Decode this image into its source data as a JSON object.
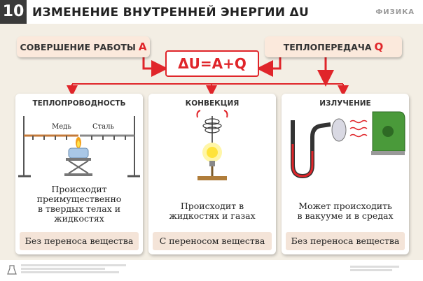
{
  "header": {
    "number": "10",
    "title": "ИЗМЕНЕНИЕ ВНУТРЕННЕЙ ЭНЕРГИИ ΔU",
    "subject": "ФИЗИКА"
  },
  "top": {
    "work_label": "СОВЕРШЕНИЕ РАБОТЫ",
    "work_letter": "A",
    "heat_label": "ТЕПЛОПЕРЕДАЧА",
    "heat_letter": "Q",
    "formula": "ΔU=A+Q"
  },
  "panels": [
    {
      "title": "ТЕПЛОПРОВОДНОСТЬ",
      "labels": [
        "Медь",
        "Сталь"
      ],
      "description": "Происходит\nпреимущественно\nв твердых телах и\nжидкостях",
      "bottom": "Без переноса вещества"
    },
    {
      "title": "КОНВЕКЦИЯ",
      "description": "Происходит в\nжидкостях и газах",
      "bottom": "С переносом вещества"
    },
    {
      "title": "ИЗЛУЧЕНИЕ",
      "description": "Может происходить\nв вакууме и в средах",
      "bottom": "Без переноса вещества"
    }
  ],
  "colors": {
    "accent": "#e0252a",
    "pill": "#fbe9dc",
    "panel_footer": "#f4e4d8",
    "background": "#f3eee4"
  }
}
